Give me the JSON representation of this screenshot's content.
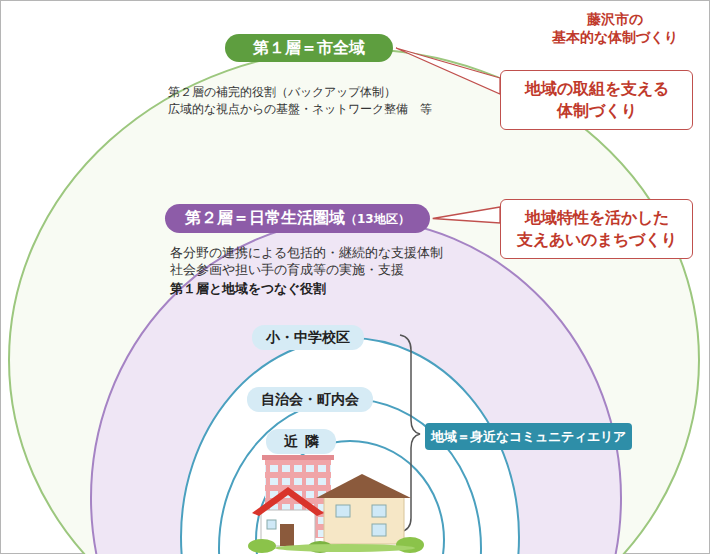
{
  "diagram": {
    "nodes": [
      {
        "text": [
          "第１層＝市全域",
          "第２層の補完的役割（バックアップ体制） 広域的な視点からの基盤・ネットワーク整備　等"
        ]
      },
      {
        "text": [
          "第２層＝日常生活圏域",
          "（13地区）",
          "各分野の連携による包括的・継続的な支援体制 社会参画や担い手の育成等の実施・支援",
          "第１層と地域をつなぐ役割"
        ],
        "in": 0
      },
      {
        "text": [
          "小・中学校区"
        ],
        "in": 1
      },
      {
        "text": [
          "自治会・町内会"
        ],
        "in": 2
      },
      {
        "text": [
          "近隣"
        ],
        "in": 3
      },
      {
        "text": [
          "地域の取組を支える 体制づくり"
        ]
      },
      {
        "text": [
          "地域特性を活かした 支えあいのまちづくり"
        ]
      },
      {
        "text": [
          "地域＝身近なコミュニティエリア"
        ]
      }
    ],
    "edges": [
      {
        "from": 5,
        "to": 0,
        "arrow": "none"
      },
      {
        "from": 6,
        "to": 1,
        "arrow": "none"
      }
    ],
    "labels": [
      "藤沢市の 基本的な体制づくり"
    ]
  }
}
